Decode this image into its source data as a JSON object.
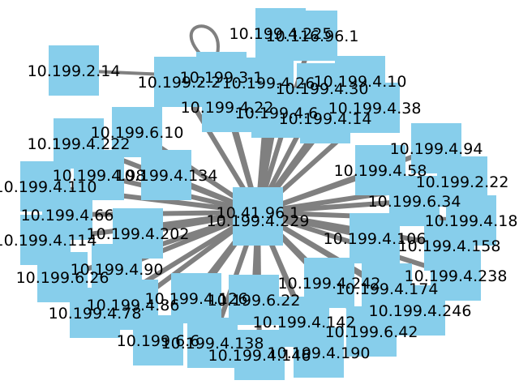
{
  "colors": {
    "node": "#87ceeb",
    "edge": "#808080",
    "label": "#000000"
  },
  "hub": "10.41.96.1",
  "nodes": [
    "10.41.96.1",
    "10.199.4.229",
    "10.199.4.225",
    "10.116.96.1",
    "10.199.2.14",
    "10.199.3.1",
    "10.199.2.2",
    "10.199.4.26",
    "10.199.4.10",
    "10.199.4.30",
    "10.199.4.22",
    "10.199.4.6",
    "10.199.4.38",
    "10.199.4.14",
    "10.199.6.10",
    "10.199.4.222",
    "10.199.4.94",
    "10.199.4.134",
    "10.199.4.98",
    "10.199.4.58",
    "10.199.2.22",
    "10.199.4.110",
    "10.199.6.34",
    "10.199.4.66",
    "10.199.4.18",
    "10.199.4.202",
    "10.199.4.106",
    "10.199.4.114",
    "10.199.4.158",
    "10.199.4.90",
    "10.199.4.238",
    "10.199.6.26",
    "10.199.4.242",
    "10.199.4.126",
    "10.199.6.22",
    "10.199.4.174",
    "10.199.4.86",
    "10.199.4.78",
    "10.199.4.246",
    "10.199.4.142",
    "10.199.6.42",
    "10.199.6.6",
    "10.199.4.138",
    "10.199.4.190",
    "10.199.4.146"
  ],
  "edges": [
    [
      "10.41.96.1",
      "10.199.4.225"
    ],
    [
      "10.41.96.1",
      "10.116.96.1"
    ],
    [
      "10.41.96.1",
      "10.199.3.1"
    ],
    [
      "10.41.96.1",
      "10.199.2.2"
    ],
    [
      "10.41.96.1",
      "10.199.4.26"
    ],
    [
      "10.41.96.1",
      "10.199.4.10"
    ],
    [
      "10.41.96.1",
      "10.199.4.30"
    ],
    [
      "10.41.96.1",
      "10.199.4.22"
    ],
    [
      "10.41.96.1",
      "10.199.4.6"
    ],
    [
      "10.41.96.1",
      "10.199.4.38"
    ],
    [
      "10.41.96.1",
      "10.199.4.14"
    ],
    [
      "10.41.96.1",
      "10.199.6.10"
    ],
    [
      "10.41.96.1",
      "10.199.4.222"
    ],
    [
      "10.41.96.1",
      "10.199.4.94"
    ],
    [
      "10.41.96.1",
      "10.199.4.134"
    ],
    [
      "10.41.96.1",
      "10.199.4.98"
    ],
    [
      "10.41.96.1",
      "10.199.4.58"
    ],
    [
      "10.41.96.1",
      "10.199.2.22"
    ],
    [
      "10.41.96.1",
      "10.199.4.110"
    ],
    [
      "10.41.96.1",
      "10.199.6.34"
    ],
    [
      "10.41.96.1",
      "10.199.4.66"
    ],
    [
      "10.41.96.1",
      "10.199.4.18"
    ],
    [
      "10.41.96.1",
      "10.199.4.202"
    ],
    [
      "10.41.96.1",
      "10.199.4.106"
    ],
    [
      "10.41.96.1",
      "10.199.4.114"
    ],
    [
      "10.41.96.1",
      "10.199.4.158"
    ],
    [
      "10.41.96.1",
      "10.199.4.90"
    ],
    [
      "10.41.96.1",
      "10.199.4.238"
    ],
    [
      "10.41.96.1",
      "10.199.6.26"
    ],
    [
      "10.41.96.1",
      "10.199.4.242"
    ],
    [
      "10.41.96.1",
      "10.199.4.126"
    ],
    [
      "10.41.96.1",
      "10.199.6.22"
    ],
    [
      "10.41.96.1",
      "10.199.4.174"
    ],
    [
      "10.41.96.1",
      "10.199.4.86"
    ],
    [
      "10.41.96.1",
      "10.199.4.78"
    ],
    [
      "10.41.96.1",
      "10.199.4.246"
    ],
    [
      "10.41.96.1",
      "10.199.4.142"
    ],
    [
      "10.41.96.1",
      "10.199.6.42"
    ],
    [
      "10.41.96.1",
      "10.199.6.6"
    ],
    [
      "10.41.96.1",
      "10.199.4.138"
    ],
    [
      "10.41.96.1",
      "10.199.4.190"
    ],
    [
      "10.41.96.1",
      "10.199.4.146"
    ],
    [
      "10.199.2.14",
      "10.199.3.1"
    ],
    [
      "10.199.2.2",
      "10.199.6.10"
    ],
    [
      "10.199.3.1",
      "10.199.3.1"
    ]
  ]
}
